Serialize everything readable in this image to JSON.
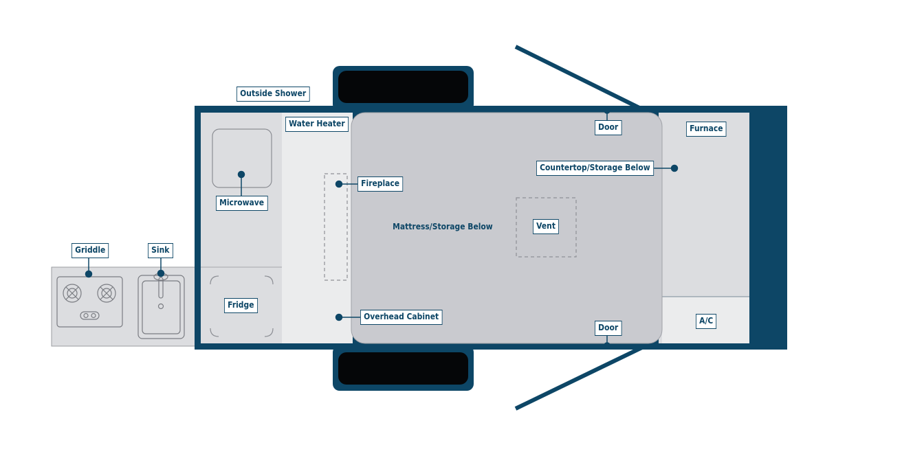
{
  "colors": {
    "navy": "#0d4666",
    "panel_light": "#dcdde0",
    "aisle_light": "#ebeced",
    "mattress": "#c9cacf",
    "tire": "#050608",
    "background": "#ffffff"
  },
  "labels": {
    "outside_shower": "Outside Shower",
    "water_heater": "Water Heater",
    "door_top": "Door",
    "furnace": "Furnace",
    "countertop": "Countertop/Storage Below",
    "microwave": "Microwave",
    "fireplace": "Fireplace",
    "mattress": "Mattress/Storage Below",
    "vent": "Vent",
    "griddle": "Griddle",
    "sink": "Sink",
    "fridge": "Fridge",
    "overhead_cabinet": "Overhead Cabinet",
    "door_bottom": "Door",
    "ac": "A/C"
  },
  "icons": {
    "burner": "gas-burner-icon",
    "knobs": "control-knobs-icon",
    "faucet": "faucet-icon",
    "drain": "drain-icon"
  }
}
